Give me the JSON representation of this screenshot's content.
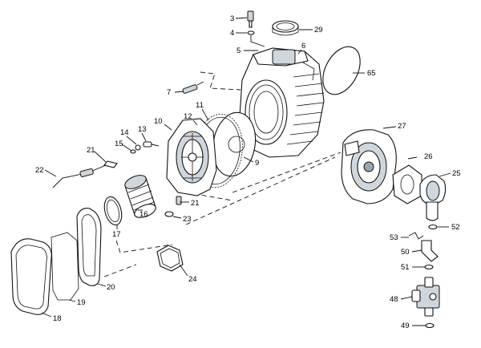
{
  "callouts": [
    {
      "label": "3"
    },
    {
      "label": "4"
    },
    {
      "label": "29"
    },
    {
      "label": "6"
    },
    {
      "label": "5"
    },
    {
      "label": "65"
    },
    {
      "label": "7"
    },
    {
      "label": "11"
    },
    {
      "label": "12"
    },
    {
      "label": "10"
    },
    {
      "label": "14"
    },
    {
      "label": "13"
    },
    {
      "label": "15"
    },
    {
      "label": "21"
    },
    {
      "label": "22"
    },
    {
      "label": "9"
    },
    {
      "label": "27"
    },
    {
      "label": "26"
    },
    {
      "label": "25"
    },
    {
      "label": "16"
    },
    {
      "label": "21"
    },
    {
      "label": "23"
    },
    {
      "label": "17"
    },
    {
      "label": "52"
    },
    {
      "label": "53"
    },
    {
      "label": "50"
    },
    {
      "label": "51"
    },
    {
      "label": "24"
    },
    {
      "label": "20"
    },
    {
      "label": "19"
    },
    {
      "label": "18"
    },
    {
      "label": "48"
    },
    {
      "label": "49"
    }
  ]
}
